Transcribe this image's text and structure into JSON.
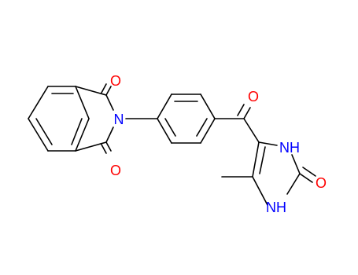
{
  "molecule": {
    "atoms": {
      "o_phthalimide_top": "O",
      "o_phthalimide_bottom": "O",
      "n_phthalimide": "N",
      "o_ketone": "O",
      "nh_upper": "NH",
      "nh_lower": "NH",
      "o_urea": "O"
    },
    "colors": {
      "bond": "#000000",
      "oxygen": "#ff0000",
      "nitrogen": "#0000ff",
      "background": "#ffffff"
    }
  }
}
